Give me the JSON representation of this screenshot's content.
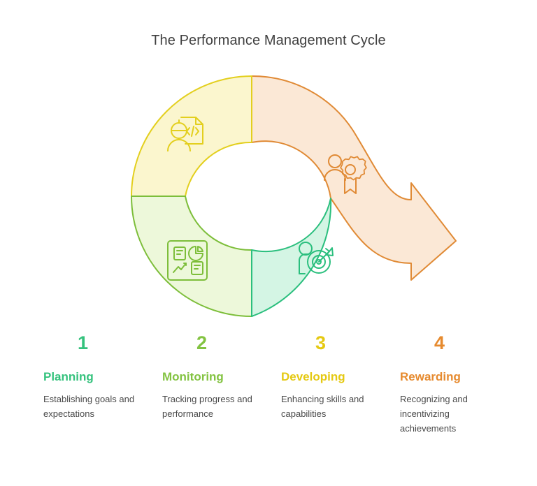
{
  "title": "The Performance Management Cycle",
  "colors": {
    "yellow_fill": "#FBF6CE",
    "yellow_stroke": "#E3CF1E",
    "green_fill": "#EDF8DA",
    "green_stroke": "#7DBE3A",
    "teal_fill": "#D4F5E4",
    "teal_stroke": "#2BBF7E",
    "orange_fill": "#FBE8D6",
    "orange_stroke": "#E08A35",
    "title_color": "#3f3f3f",
    "body_text": "#4a4a4a"
  },
  "chart_data": {
    "type": "pie",
    "title": "The Performance Management Cycle",
    "categories": [
      "Planning",
      "Monitoring",
      "Developing",
      "Rewarding"
    ],
    "values": [
      25,
      25,
      25,
      25
    ],
    "legend_position": "bottom",
    "note": "Donut cycle of four equal quadrants; the Rewarding quadrant extends into a curved arrow pointing out to the right.",
    "series": [
      {
        "name": "Planning",
        "value": 25,
        "quadrant": "top-left",
        "fill": "#FBF6CE",
        "stroke": "#E3CF1E",
        "icon": "person-document-code-icon"
      },
      {
        "name": "Monitoring",
        "value": 25,
        "quadrant": "bottom-left",
        "fill": "#EDF8DA",
        "stroke": "#7DBE3A",
        "icon": "dashboard-analytics-icon"
      },
      {
        "name": "Developing",
        "value": 25,
        "quadrant": "bottom-right",
        "fill": "#D4F5E4",
        "stroke": "#2BBF7E",
        "icon": "person-target-arrow-icon"
      },
      {
        "name": "Rewarding",
        "value": 25,
        "quadrant": "top-right",
        "fill": "#FBE8D6",
        "stroke": "#E08A35",
        "icon": "person-award-ribbon-icon"
      }
    ]
  },
  "legend": {
    "items": [
      {
        "number": "1",
        "label": "Planning",
        "description": "Establishing goals and expectations",
        "color": "#35C27D"
      },
      {
        "number": "2",
        "label": "Monitoring",
        "description": "Tracking progress and performance",
        "color": "#83C341"
      },
      {
        "number": "3",
        "label": "Developing",
        "description": "Enhancing skills and capabilities",
        "color": "#E5C912"
      },
      {
        "number": "4",
        "label": "Rewarding",
        "description": "Recognizing and incentivizing achievements",
        "color": "#E68A2E"
      }
    ]
  }
}
